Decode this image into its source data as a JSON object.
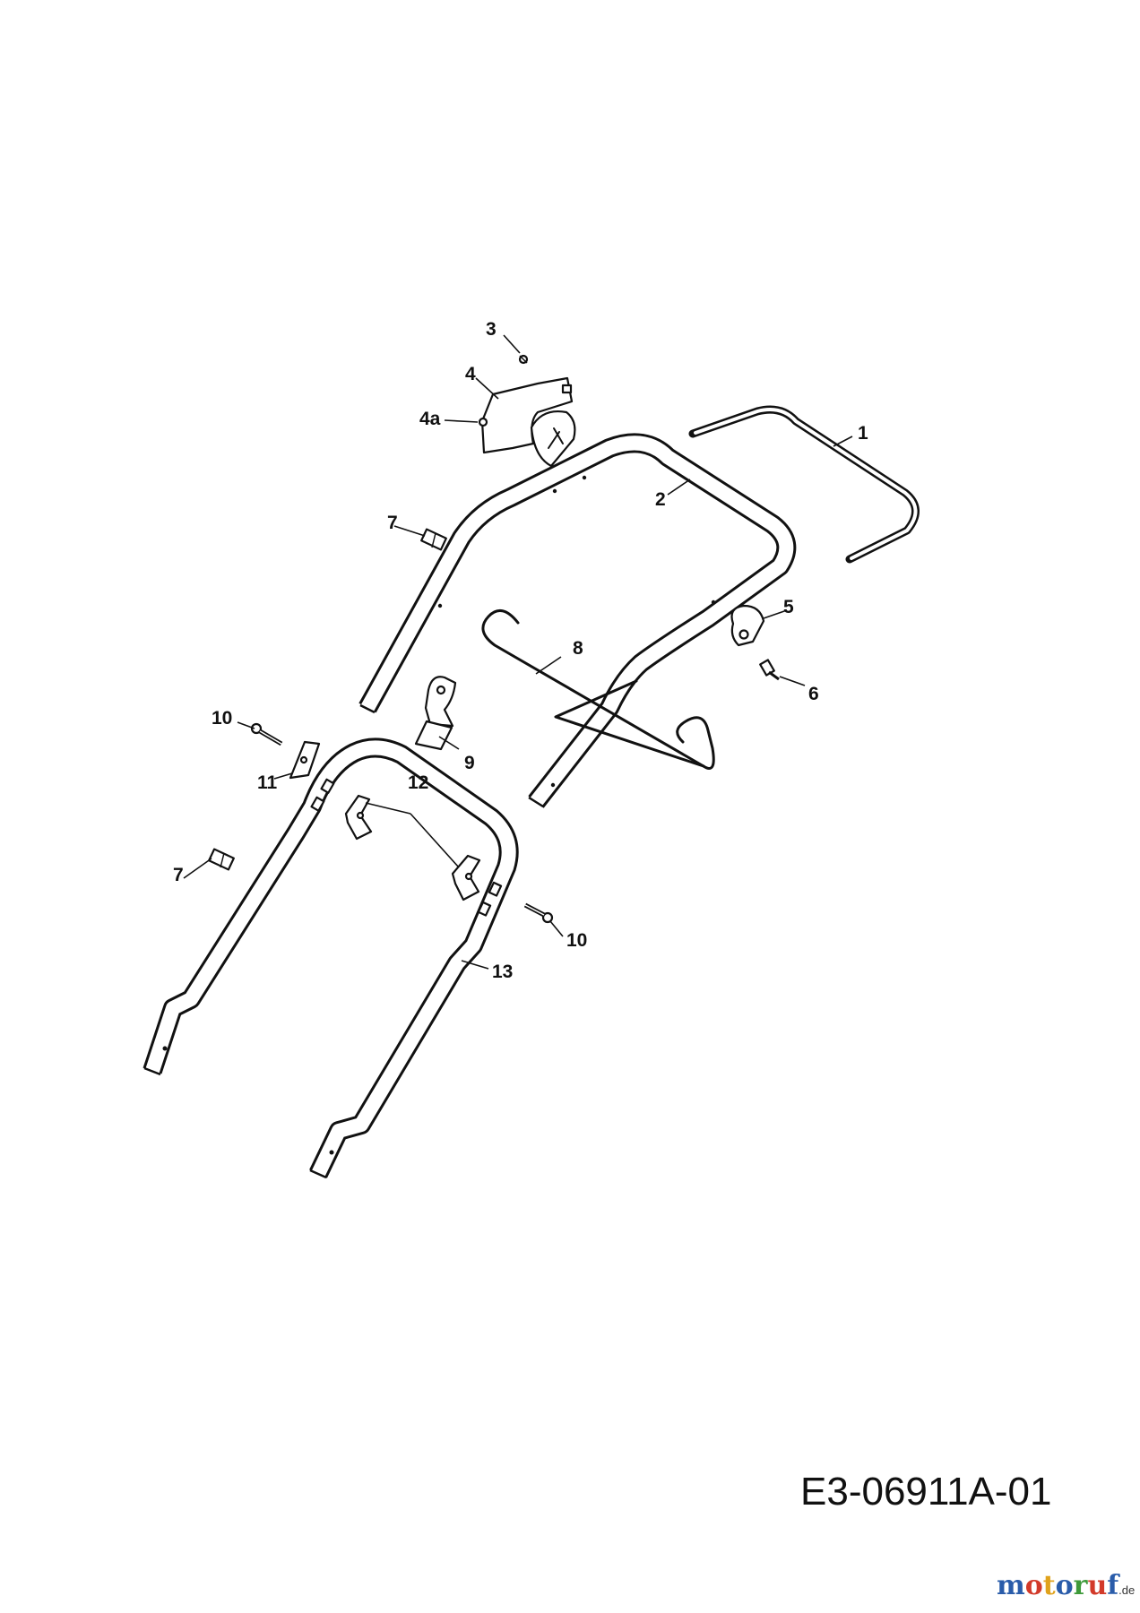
{
  "drawing_code": "E3-06911A-01",
  "logo": {
    "letters": [
      {
        "ch": "m",
        "color": "#2a5caa"
      },
      {
        "ch": "o",
        "color": "#d23a2a"
      },
      {
        "ch": "t",
        "color": "#e0a21c"
      },
      {
        "ch": "o",
        "color": "#2a5caa"
      },
      {
        "ch": "r",
        "color": "#3e9a3a"
      },
      {
        "ch": "u",
        "color": "#d23a2a"
      },
      {
        "ch": "f",
        "color": "#2a5caa"
      }
    ],
    "suffix": ".de"
  },
  "callouts": {
    "c1": "1",
    "c2": "2",
    "c3": "3",
    "c4": "4",
    "c4a": "4a",
    "c5": "5",
    "c6": "6",
    "c7a": "7",
    "c7b": "7",
    "c8": "8",
    "c9": "9",
    "c10a": "10",
    "c10b": "10",
    "c11": "11",
    "c12": "12",
    "c13": "13"
  }
}
